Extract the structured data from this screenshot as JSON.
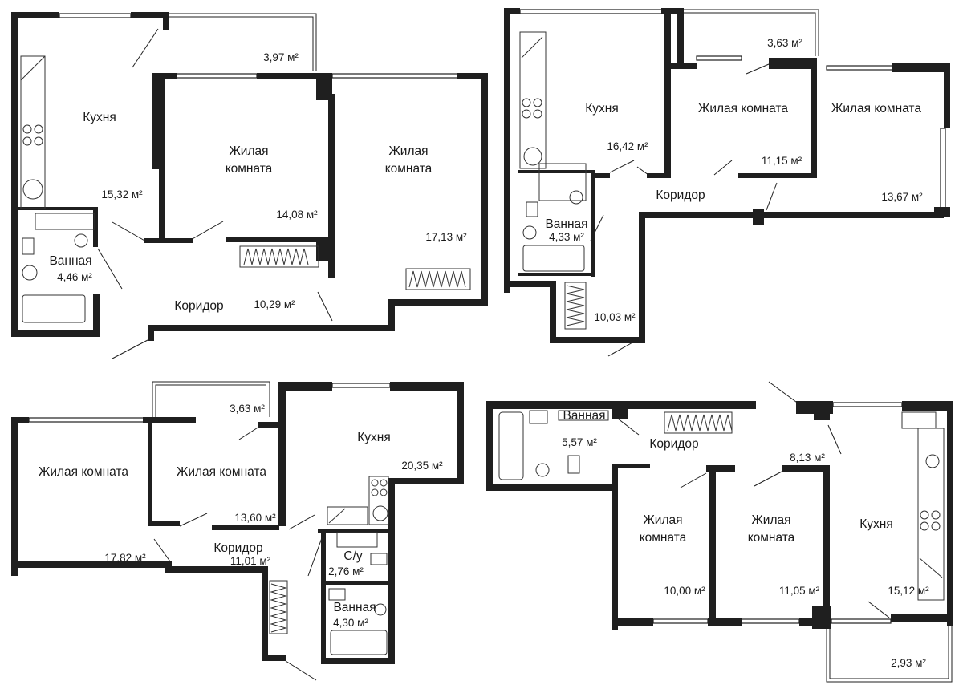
{
  "plans": [
    {
      "rooms": [
        {
          "label": "Кухня",
          "area": "15,32 м²"
        },
        {
          "label": "Жилая комната",
          "area": "14,08 м²"
        },
        {
          "label": "Жилая комната",
          "area": "17,13 м²"
        },
        {
          "label": "Ванная",
          "area": "4,46 м²"
        },
        {
          "label": "Коридор",
          "area": "10,29 м²"
        },
        {
          "label": "",
          "area": "3,97 м²"
        }
      ]
    },
    {
      "rooms": [
        {
          "label": "Кухня",
          "area": "16,42 м²"
        },
        {
          "label": "Жилая комната",
          "area": "11,15 м²"
        },
        {
          "label": "Жилая комната",
          "area": "13,67 м²"
        },
        {
          "label": "Ванная",
          "area": "4,33 м²"
        },
        {
          "label": "Коридор",
          "area": "10,03 м²"
        },
        {
          "label": "",
          "area": "3,63 м²"
        }
      ]
    },
    {
      "rooms": [
        {
          "label": "Жилая комната",
          "area": "17,82 м²"
        },
        {
          "label": "Жилая комната",
          "area": "13,60 м²"
        },
        {
          "label": "Кухня",
          "area": "20,35 м²"
        },
        {
          "label": "Коридор",
          "area": "11,01 м²"
        },
        {
          "label": "С/у",
          "area": "2,76 м²"
        },
        {
          "label": "Ванная",
          "area": "4,30 м²"
        },
        {
          "label": "",
          "area": "3,63 м²"
        }
      ]
    },
    {
      "rooms": [
        {
          "label": "Ванная",
          "area": "5,57 м²"
        },
        {
          "label": "Коридор",
          "area": ""
        },
        {
          "label": "Жилая комната",
          "area": "10,00 м²"
        },
        {
          "label": "Жилая комната",
          "area": "11,05 м²"
        },
        {
          "label": "Кухня",
          "area": "15,12 м²"
        },
        {
          "label": "",
          "area": "8,13 м²"
        },
        {
          "label": "",
          "area": "2,93 м²"
        }
      ]
    }
  ]
}
